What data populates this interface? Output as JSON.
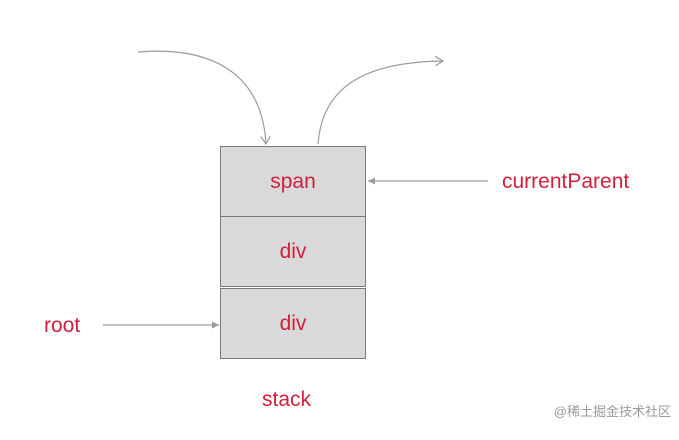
{
  "stack": {
    "items": [
      "span",
      "div",
      "div"
    ],
    "caption": "stack"
  },
  "labels": {
    "current_parent": "currentParent",
    "root": "root"
  },
  "watermark": "@稀土掘金技术社区",
  "colors": {
    "text": "#d0203e",
    "cell_fill": "#d9d9d9",
    "cell_border": "#7a7a7a",
    "arrow": "#9a9a9a",
    "watermark": "#9a9a9a"
  }
}
